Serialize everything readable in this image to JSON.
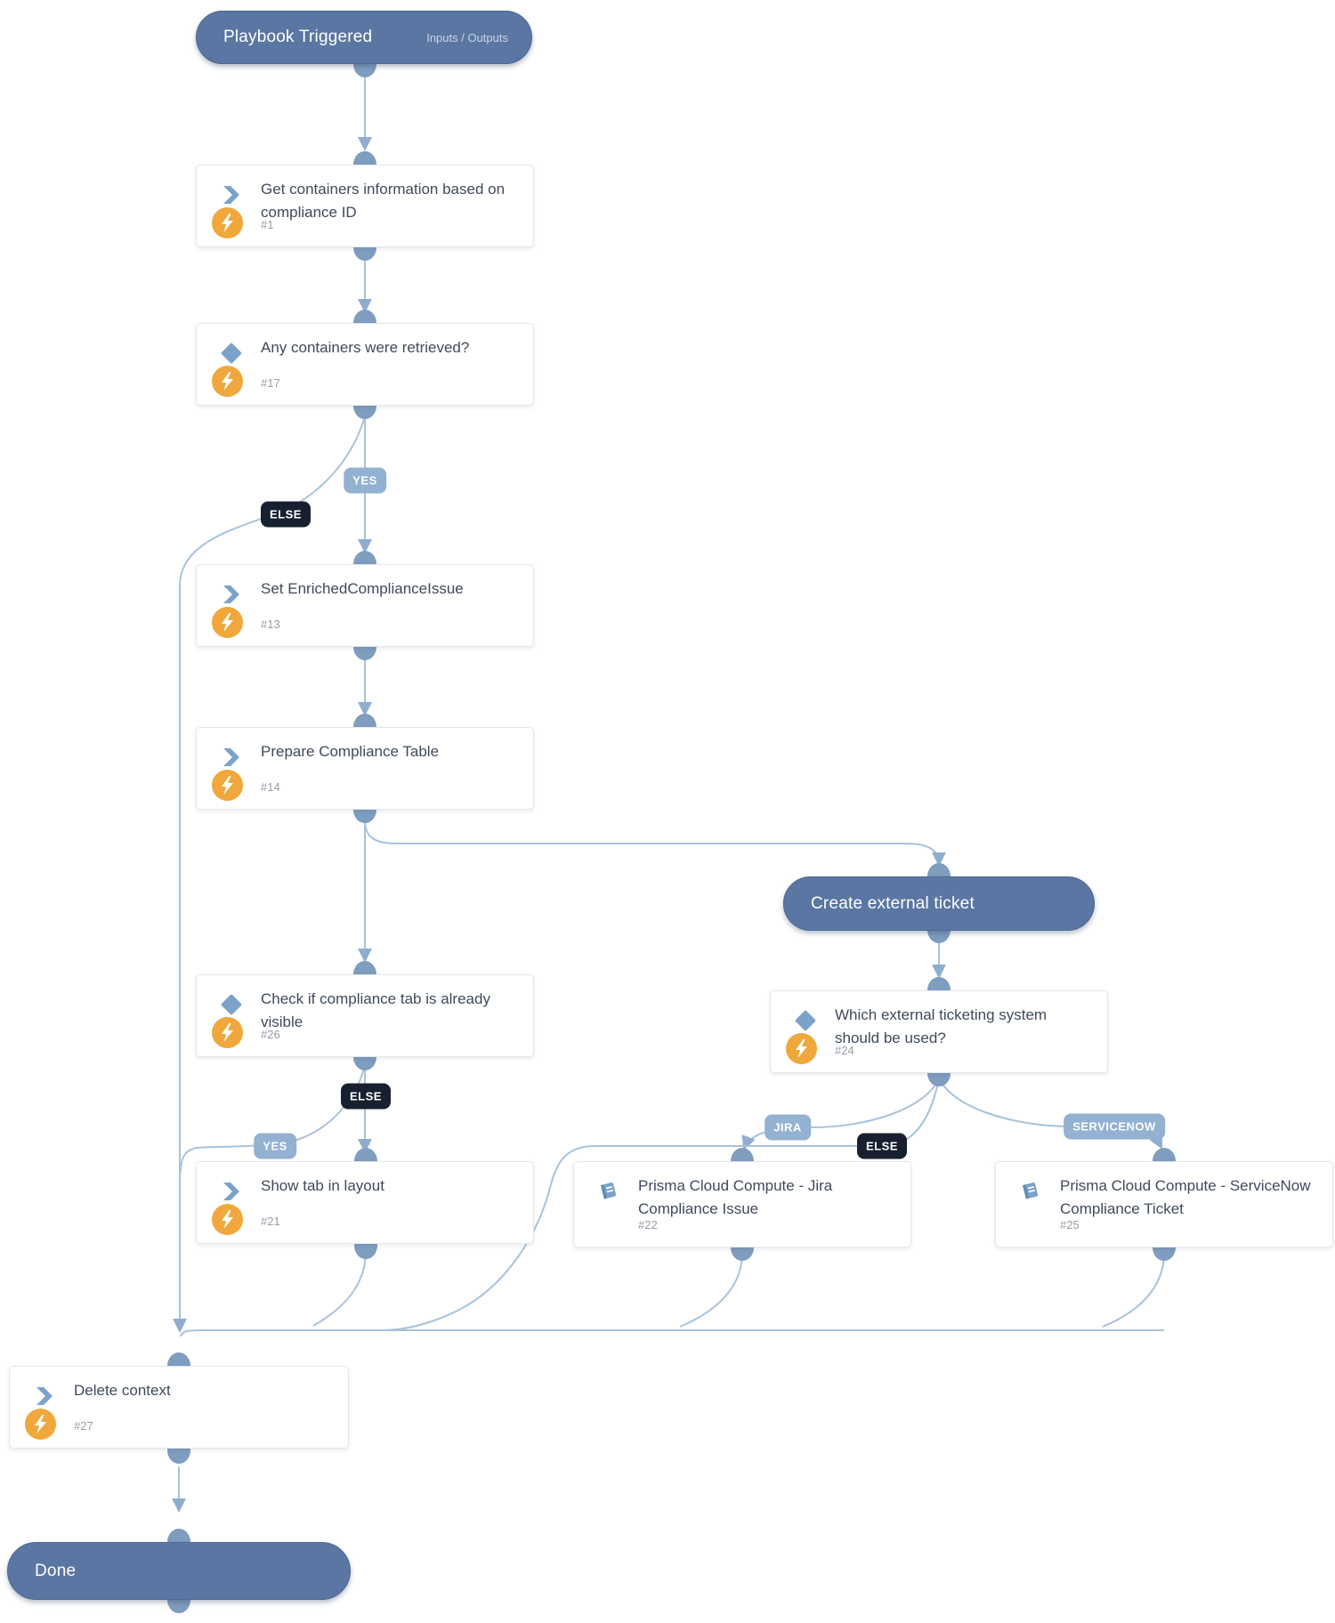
{
  "diagram": {
    "nodes": {
      "playbook_triggered": {
        "title": "Playbook Triggered",
        "meta": "Inputs / Outputs"
      },
      "get_containers": {
        "title": "Get containers information based on compliance ID",
        "id": "#1"
      },
      "any_containers": {
        "title": "Any containers were retrieved?",
        "id": "#17"
      },
      "set_enriched": {
        "title": "Set EnrichedComplianceIssue",
        "id": "#13"
      },
      "prepare_table": {
        "title": "Prepare Compliance Table",
        "id": "#14"
      },
      "create_ticket_section": {
        "title": "Create external ticket"
      },
      "which_system": {
        "title": "Which external ticketing system should be used?",
        "id": "#24"
      },
      "check_tab": {
        "title": "Check if compliance tab is already visible",
        "id": "#26"
      },
      "show_tab": {
        "title": "Show tab in layout",
        "id": "#21"
      },
      "jira_issue": {
        "title": "Prisma Cloud Compute - Jira Compliance Issue",
        "id": "#22"
      },
      "servicenow_ticket": {
        "title": "Prisma Cloud Compute - ServiceNow Compliance Ticket",
        "id": "#25"
      },
      "delete_context": {
        "title": "Delete context",
        "id": "#27"
      },
      "done": {
        "title": "Done"
      }
    },
    "edge_labels": {
      "yes_17": "YES",
      "else_17": "ELSE",
      "else_26": "ELSE",
      "yes_26": "YES",
      "jira_24": "JIRA",
      "else_24": "ELSE",
      "servicenow_24": "SERVICENOW"
    },
    "colors": {
      "section_pill": "#5A76A2",
      "connector": "#A9C2DB",
      "port": "#7E9DBF",
      "badge_light": "#93B1D1",
      "badge_dark": "#17202F",
      "bolt_badge": "#F0A73B",
      "icon_blue": "#7BA2C9"
    }
  }
}
